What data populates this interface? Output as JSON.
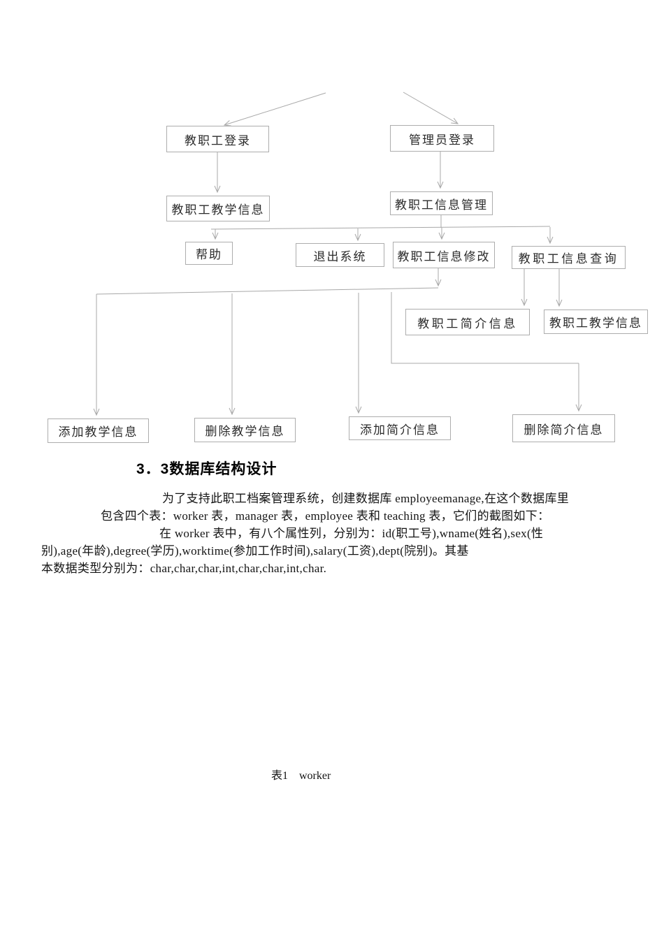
{
  "document": {
    "language": "zh-CN",
    "heading": "3．3数据库结构设计",
    "paragraph_lines": [
      "为了支持此职工档案管理系统，创建数据库 employeemanage,在这个数据库里",
      "包含四个表：worker 表，manager 表，employee 表和 teaching 表，它们的截图如下：",
      "在 worker 表中，有八个属性列，分别为：id(职工号),wname(姓名),sex(性",
      "别),age(年龄),degree(学历),worktime(参加工作时间),salary(工资),dept(院别)。其基",
      "本数据类型分别为：char,char,char,int,char,char,int,char."
    ],
    "table_caption": "表1    worker"
  },
  "diagram": {
    "type": "flowchart",
    "nodes": [
      {
        "id": "staff-login",
        "label": "教职工登录"
      },
      {
        "id": "admin-login",
        "label": "管理员登录"
      },
      {
        "id": "staff-teaching-info",
        "label": "教职工教学信息"
      },
      {
        "id": "staff-info-management",
        "label": "教职工信息管理"
      },
      {
        "id": "help",
        "label": "帮助"
      },
      {
        "id": "exit-system",
        "label": "退出系统"
      },
      {
        "id": "staff-info-modify",
        "label": "教职工信息修改"
      },
      {
        "id": "staff-info-query",
        "label": "教职工信息查询"
      },
      {
        "id": "staff-profile-info",
        "label": "教职工简介信息"
      },
      {
        "id": "staff-teaching-info-2",
        "label": "教职工教学信息"
      },
      {
        "id": "add-teaching-info",
        "label": "添加教学信息"
      },
      {
        "id": "delete-teaching-info",
        "label": "删除教学信息"
      },
      {
        "id": "add-profile-info",
        "label": "添加简介信息"
      },
      {
        "id": "delete-profile-info",
        "label": "删除简介信息"
      }
    ],
    "edges": [
      "top → 教职工登录",
      "top → 管理员登录",
      "教职工登录 → 教职工教学信息",
      "管理员登录 → 教职工信息管理",
      "教职工信息管理 → 帮助",
      "教职工信息管理 → 退出系统",
      "教职工信息管理 → 教职工信息修改",
      "教职工信息管理 → 教职工信息查询",
      "教职工信息查询 → 教职工简介信息",
      "教职工信息查询 → 教职工教学信息",
      "教职工信息修改 → 添加教学信息",
      "教职工信息修改 → 删除教学信息",
      "教职工信息修改 → 添加简介信息",
      "教职工信息修改 → 删除简介信息"
    ]
  },
  "colors": {
    "page_background": "#ffffff",
    "connector_line": "#a8a8a8",
    "box_border": "#adadad",
    "text": "#141414"
  }
}
